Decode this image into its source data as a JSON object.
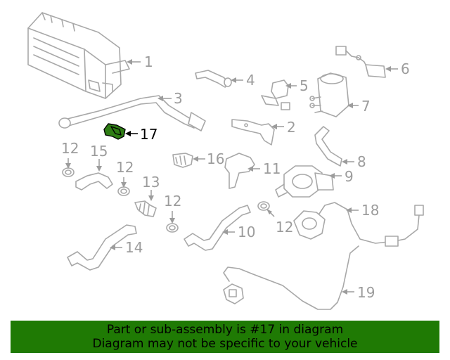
{
  "diagram": {
    "highlighted_part": "17",
    "callouts": [
      "1",
      "2",
      "3",
      "4",
      "5",
      "6",
      "7",
      "8",
      "9",
      "10",
      "11",
      "12",
      "12",
      "12",
      "12",
      "13",
      "14",
      "15",
      "16",
      "17",
      "18",
      "19"
    ]
  },
  "banner": {
    "line1": "Part or sub-assembly is #17 in diagram",
    "line2": "Diagram may not be specific to your vehicle",
    "background": "#1f7a04"
  }
}
